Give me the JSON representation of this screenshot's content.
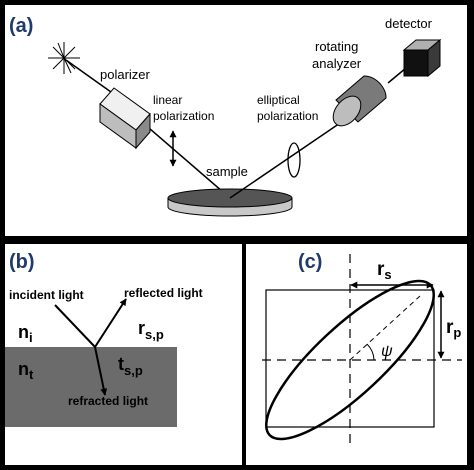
{
  "colors": {
    "panel_bg": "#ffffff",
    "frame": "#000000",
    "label_blue": "#1f3a6b",
    "sample_surface": "#555555",
    "sample_base": "#c8c8c8",
    "refractor": "#6b6b6b"
  },
  "panel_a": {
    "label": "(a)",
    "components": {
      "detector": "detector",
      "rotating": "rotating",
      "analyzer": "analyzer",
      "polarizer": "polarizer",
      "linear_1": "linear",
      "linear_2": "polarization",
      "elliptical_1": "elliptical",
      "elliptical_2": "polarization",
      "sample": "sample"
    }
  },
  "panel_b": {
    "label": "(b)",
    "incident": "incident light",
    "reflected": "reflected light",
    "refracted": "refracted light",
    "n_i": "n",
    "n_i_sub": "i",
    "n_t": "n",
    "n_t_sub": "t",
    "r_sp": "r",
    "r_sp_sub": "s,p",
    "t_sp": "t",
    "t_sp_sub": "s,p"
  },
  "panel_c": {
    "label": "(c)",
    "r_s": "r",
    "r_s_sub": "s",
    "r_p": "r",
    "r_p_sub": "p",
    "psi": "ψ"
  }
}
